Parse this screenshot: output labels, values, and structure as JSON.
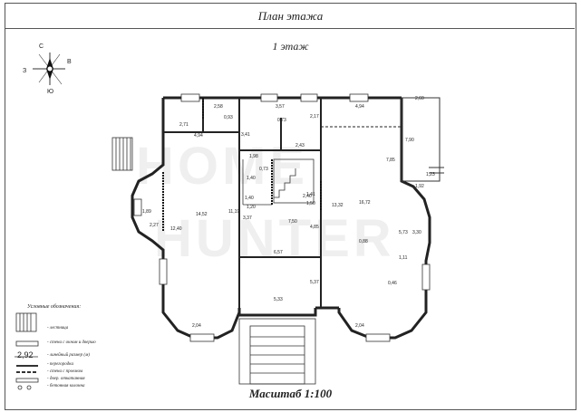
{
  "header": {
    "title": "План этажа"
  },
  "floor": {
    "label": "1 этаж"
  },
  "scale": {
    "label": "Масштаб 1:100"
  },
  "compass": {
    "north": "С",
    "south": "Ю",
    "west": "З",
    "east": "В"
  },
  "watermark": {
    "line1": "HOME",
    "line2": "HUNTER"
  },
  "legend": {
    "title": "Условные обозначения:",
    "sample_dimension": "2,92",
    "items": [
      "- лестница",
      "- стена с окном и дверью",
      "- линейный размер (м)",
      "- перегородка",
      "- стена с проемом",
      "- двер. откатанная",
      "- бетонная колонна"
    ]
  },
  "dimensions": [
    "2,58",
    "0,93",
    "2,71",
    "3,57",
    "0,73",
    "3,41",
    "2,17",
    "4,94",
    "2,60",
    "4,94",
    "2,43",
    "1,98",
    "0,73",
    "1,40",
    "1,40",
    "1,89",
    "1,20",
    "2,40",
    "12,40",
    "2,27",
    "14,52",
    "11,19",
    "7,50",
    "4,85",
    "13,32",
    "16,72",
    "0,88",
    "5,73",
    "3,30",
    "1,11",
    "1,92",
    "1,23",
    "7,85",
    "7,90",
    "6,57",
    "5,37",
    "5,33",
    "3,37",
    "0,46",
    "2,04",
    "2,04",
    "1,41",
    "1,50"
  ]
}
